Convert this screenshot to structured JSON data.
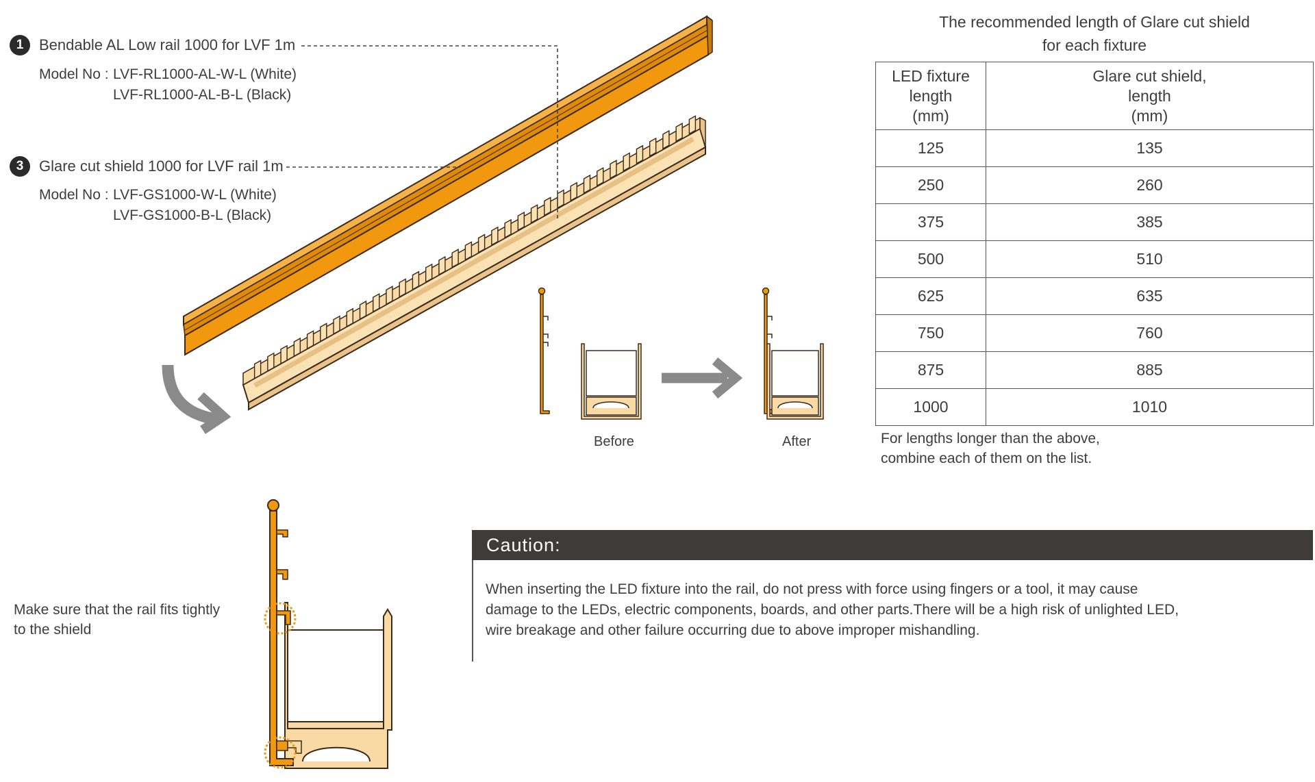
{
  "item1": {
    "number": "1",
    "title": "Bendable AL Low rail 1000 for LVF 1m",
    "model_label": "Model No :",
    "model_white": "LVF-RL1000-AL-W-L (White)",
    "model_black": "LVF-RL1000-AL-B-L (Black)"
  },
  "item3": {
    "number": "3",
    "title": "Glare cut shield 1000 for LVF rail 1m",
    "model_label": "Model No :",
    "model_white": "LVF-GS1000-W-L (White)",
    "model_black": "LVF-GS1000-B-L (Black)"
  },
  "labels": {
    "before": "Before",
    "after": "After"
  },
  "table": {
    "title_line1": "The recommended length of Glare cut shield",
    "title_line2": "for each fixture",
    "col1_header": [
      "LED fixture",
      "length",
      "(mm)"
    ],
    "col2_header": [
      "Glare cut shield,",
      "length",
      "(mm)"
    ],
    "rows": [
      [
        "125",
        "135"
      ],
      [
        "250",
        "260"
      ],
      [
        "375",
        "385"
      ],
      [
        "500",
        "510"
      ],
      [
        "625",
        "635"
      ],
      [
        "750",
        "760"
      ],
      [
        "875",
        "885"
      ],
      [
        "1000",
        "1010"
      ]
    ],
    "note_line1": "For lengths longer than the above,",
    "note_line2": "combine each of them on the list."
  },
  "fit_note": {
    "line1": "Make sure that the rail fits tightly",
    "line2": "to the shield"
  },
  "caution": {
    "title": "Caution:",
    "line1": "When inserting the LED fixture into the rail, do not press with force using fingers or a tool, it may cause",
    "line2": "damage to the LEDs, electric components, boards, and other parts.There will be a high risk of unlighted LED,",
    "line3": "wire breakage and other failure occurring due to above improper mishandling."
  },
  "colors": {
    "rail_orange": "#f1980f",
    "shield_tan": "#f9d9a4",
    "outline": "#3a2a1a",
    "caution_bar": "#3f3b3b",
    "arrow_gray": "#8a8a8a"
  }
}
